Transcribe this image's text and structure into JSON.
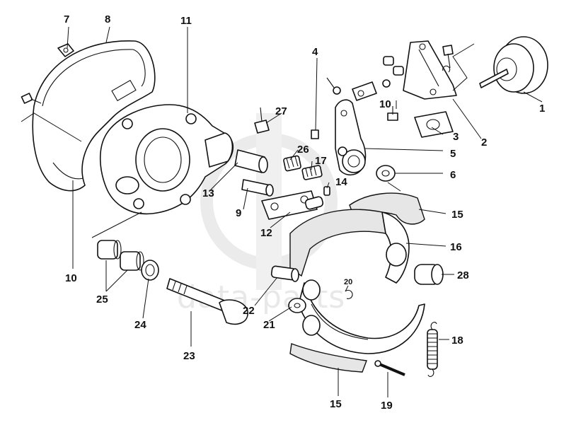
{
  "watermark": {
    "text": "data-parts",
    "color": "#d7d7d7"
  },
  "callouts": [
    {
      "id": "p1",
      "label": "1"
    },
    {
      "id": "p2",
      "label": "2"
    },
    {
      "id": "p3",
      "label": "3"
    },
    {
      "id": "p4",
      "label": "4"
    },
    {
      "id": "p5",
      "label": "5"
    },
    {
      "id": "p6",
      "label": "6"
    },
    {
      "id": "p7",
      "label": "7"
    },
    {
      "id": "p8",
      "label": "8"
    },
    {
      "id": "p9",
      "label": "9"
    },
    {
      "id": "p10a",
      "label": "10"
    },
    {
      "id": "p10b",
      "label": "10"
    },
    {
      "id": "p11",
      "label": "11"
    },
    {
      "id": "p12",
      "label": "12"
    },
    {
      "id": "p13",
      "label": "13"
    },
    {
      "id": "p14",
      "label": "14"
    },
    {
      "id": "p15a",
      "label": "15"
    },
    {
      "id": "p15b",
      "label": "15"
    },
    {
      "id": "p16",
      "label": "16"
    },
    {
      "id": "p17",
      "label": "17"
    },
    {
      "id": "p18",
      "label": "18"
    },
    {
      "id": "p19",
      "label": "19"
    },
    {
      "id": "p20",
      "label": "20"
    },
    {
      "id": "p21",
      "label": "21"
    },
    {
      "id": "p22",
      "label": "22"
    },
    {
      "id": "p23",
      "label": "23"
    },
    {
      "id": "p24",
      "label": "24"
    },
    {
      "id": "p25",
      "label": "25"
    },
    {
      "id": "p26",
      "label": "26"
    },
    {
      "id": "p27",
      "label": "27"
    },
    {
      "id": "p28",
      "label": "28"
    }
  ]
}
